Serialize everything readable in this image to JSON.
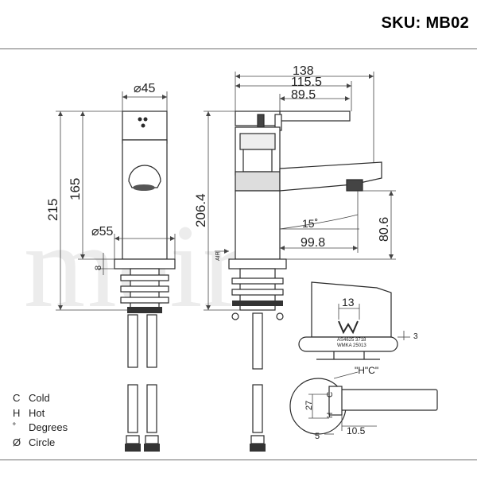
{
  "header": {
    "sku": "SKU: MB02",
    "watermark": "meir."
  },
  "front_view": {
    "dim_top": "⌀45",
    "dim_base": "⌀55",
    "dim_overall_height": "215",
    "dim_body_height": "165",
    "dim_base_thickness": "8"
  },
  "side_view": {
    "dim_138": "138",
    "dim_115_5": "115.5",
    "dim_89_5": "89.5",
    "dim_height": "206.4",
    "dim_angle": "15˚",
    "dim_spout_reach": "99.8",
    "dim_spout_height": "80.6",
    "air_label": "AIR"
  },
  "detail_view": {
    "dim_13": "13",
    "dim_3": "3",
    "standard_line1": "AS4625 3718",
    "standard_line2": "WMKA 25013"
  },
  "plan_view": {
    "hc_label": "\"H\"C\"",
    "h_marker": "H",
    "c_marker": "C",
    "dim_27": "27",
    "dim_10_5": "10.5",
    "dim_5": "5"
  },
  "legend": [
    {
      "key": "C",
      "text": "Cold"
    },
    {
      "key": "H",
      "text": "Hot"
    },
    {
      "key": "˚",
      "text": "Degrees"
    },
    {
      "key": "Ø",
      "text": "Circle"
    }
  ],
  "colors": {
    "line": "#2a2a2a",
    "dim_line": "#444444",
    "rule": "#6e6e6e",
    "watermark": "#ececec"
  }
}
